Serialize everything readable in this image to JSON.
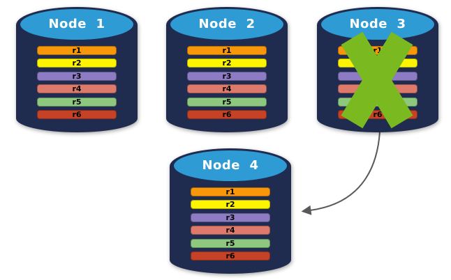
{
  "diagram": {
    "type": "database-replication-failover",
    "colors": {
      "background": "#FFFFFF",
      "cylinder_body": "#1F2C50",
      "cylinder_top": "#2F9BD4",
      "title_text": "#FFFFFF",
      "row_text": "#000000",
      "fail_x": "#7ABA20",
      "arrow": "#595959"
    },
    "nodes": [
      {
        "label": "Node  1",
        "failed": false,
        "rows": [
          {
            "label": "r1",
            "color": "#F79709"
          },
          {
            "label": "r2",
            "color": "#FDF402"
          },
          {
            "label": "r3",
            "color": "#8D7CC3"
          },
          {
            "label": "r4",
            "color": "#DE7A6B"
          },
          {
            "label": "r5",
            "color": "#8EC87E"
          },
          {
            "label": "r6",
            "color": "#C64227"
          }
        ]
      },
      {
        "label": "Node  2",
        "failed": false,
        "rows": [
          {
            "label": "r1",
            "color": "#F79709"
          },
          {
            "label": "r2",
            "color": "#FDF402"
          },
          {
            "label": "r3",
            "color": "#8D7CC3"
          },
          {
            "label": "r4",
            "color": "#DE7A6B"
          },
          {
            "label": "r5",
            "color": "#8EC87E"
          },
          {
            "label": "r6",
            "color": "#C64227"
          }
        ]
      },
      {
        "label": "Node  3",
        "failed": true,
        "rows": [
          {
            "label": "r1",
            "color": "#F79709"
          },
          {
            "label": "r2",
            "color": "#FDF402"
          },
          {
            "label": "r3",
            "color": "#8D7CC3"
          },
          {
            "label": "r4",
            "color": "#DE7A6B"
          },
          {
            "label": "r5",
            "color": "#8EC87E"
          },
          {
            "label": "r6",
            "color": "#C64227"
          }
        ]
      },
      {
        "label": "Node  4",
        "failed": false,
        "rows": [
          {
            "label": "r1",
            "color": "#F79709"
          },
          {
            "label": "r2",
            "color": "#FDF402"
          },
          {
            "label": "r3",
            "color": "#8D7CC3"
          },
          {
            "label": "r4",
            "color": "#DE7A6B"
          },
          {
            "label": "r5",
            "color": "#8EC87E"
          },
          {
            "label": "r6",
            "color": "#C64227"
          }
        ]
      }
    ],
    "arrow": {
      "from": "Node  3",
      "to": "Node  4"
    }
  }
}
